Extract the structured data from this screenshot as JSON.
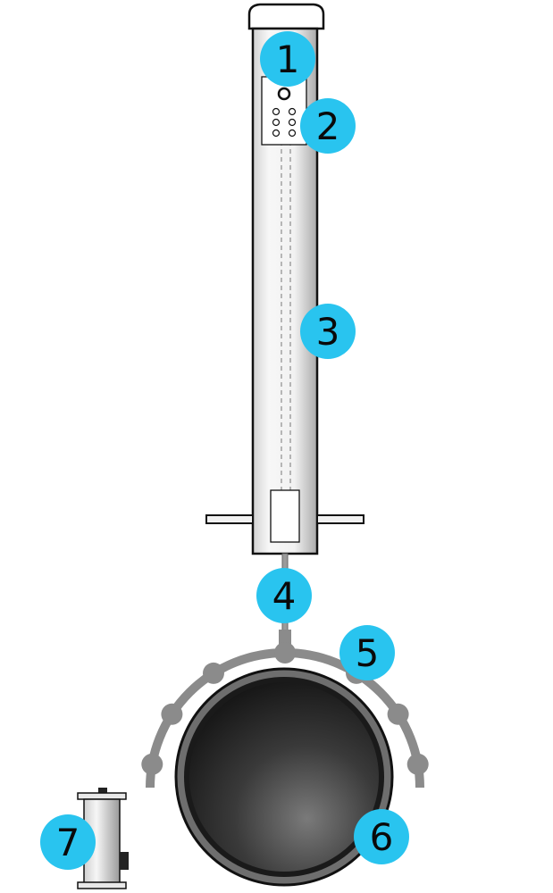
{
  "colors": {
    "badge_fill": "#29c4ef",
    "badge_text": "#0a0a0a",
    "outline": "#111111",
    "pipe_light": "#f6f6f6",
    "pipe_dark": "#b9b9b9",
    "arc": "#8b8b8b",
    "disk_dark": "#111111",
    "disk_mid": "#6a6a6a"
  },
  "callouts": [
    "1",
    "2",
    "3",
    "4",
    "5",
    "6",
    "7"
  ]
}
